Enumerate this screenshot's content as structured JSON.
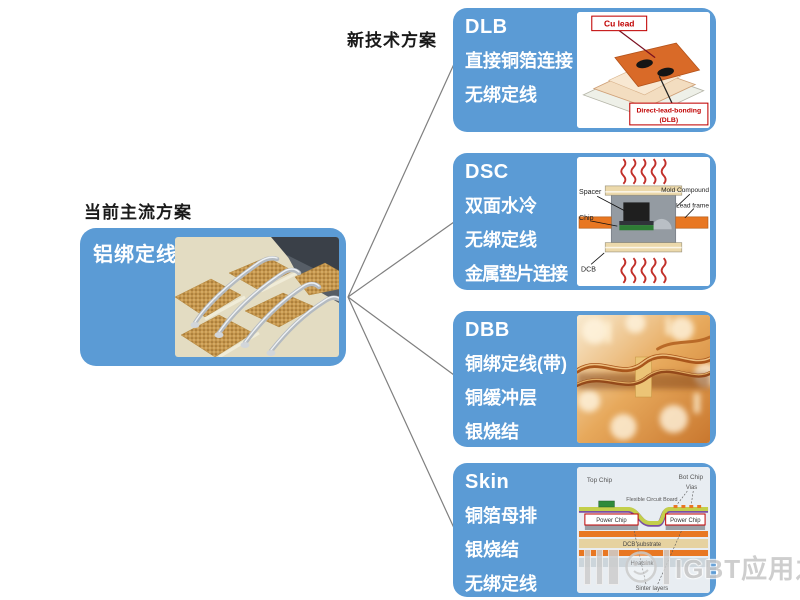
{
  "header": {
    "current_label": "当前主流方案",
    "new_label": "新技术方案"
  },
  "current_solution": {
    "title": "铝绑定线",
    "image": "aluminum-wire-bond-photo"
  },
  "options": [
    {
      "title": "DLB",
      "lines": [
        "直接铜箔连接",
        "无绑定线"
      ],
      "diagram": {
        "cu_lead": "Cu lead",
        "dlb_caption_1": "Direct-lead-bonding",
        "dlb_caption_2": "(DLB)"
      }
    },
    {
      "title": "DSC",
      "lines": [
        "双面水冷",
        "无绑定线",
        "金属垫片连接"
      ],
      "diagram": {
        "spacer": "Spacer",
        "chip": "Chip",
        "mold": "Mold Compound",
        "lead": "Lead frame",
        "dcb": "DCB"
      }
    },
    {
      "title": "DBB",
      "lines": [
        "铜绑定线(带)",
        "铜缓冲层",
        "银烧结"
      ],
      "diagram": {}
    },
    {
      "title": "Skin",
      "lines": [
        "铜箔母排",
        "银烧结",
        "无绑定线"
      ],
      "diagram": {
        "top_chip": "Top Chip",
        "bot_chip": "Bot Chip",
        "vias": "Vias",
        "flex": "Flexible Circuit Board",
        "power_chip_left": "Power Chip",
        "power_chip_right": "Power Chip",
        "dcb_substrate": "DCB substrate",
        "heatsink": "Heatsink",
        "sinter": "Sinter layers"
      }
    }
  ],
  "watermark": {
    "text": "IGBT应用之家"
  },
  "colors": {
    "box_blue": "#5b9bd5",
    "connector_gray": "#7f7f7f",
    "label_red": "#c00000",
    "copper_orange": "#e87722",
    "watermark_gray": "#c6c6c6"
  }
}
